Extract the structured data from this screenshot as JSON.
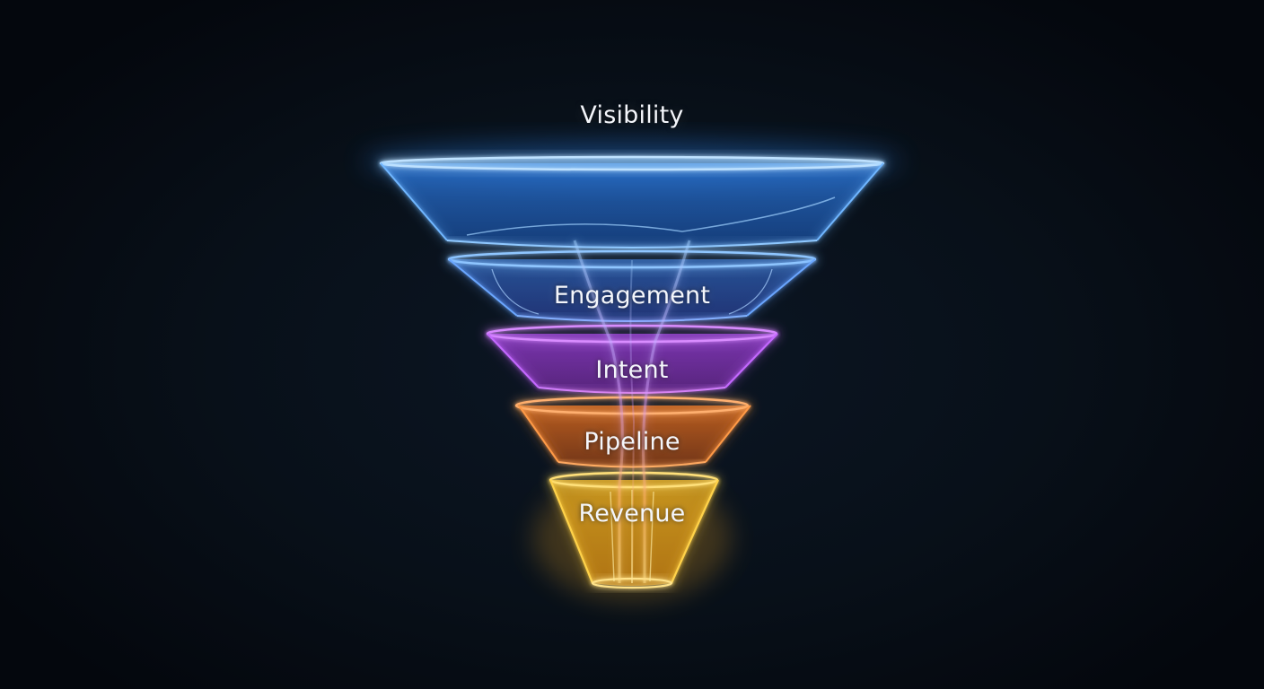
{
  "diagram": {
    "type": "funnel",
    "stages": [
      {
        "label": "Visibility",
        "color": "#3d9bff"
      },
      {
        "label": "Engagement",
        "color": "#4a8ef5"
      },
      {
        "label": "Intent",
        "color": "#b54cf0"
      },
      {
        "label": "Pipeline",
        "color": "#f0812a"
      },
      {
        "label": "Revenue",
        "color": "#ffc42a"
      }
    ]
  }
}
